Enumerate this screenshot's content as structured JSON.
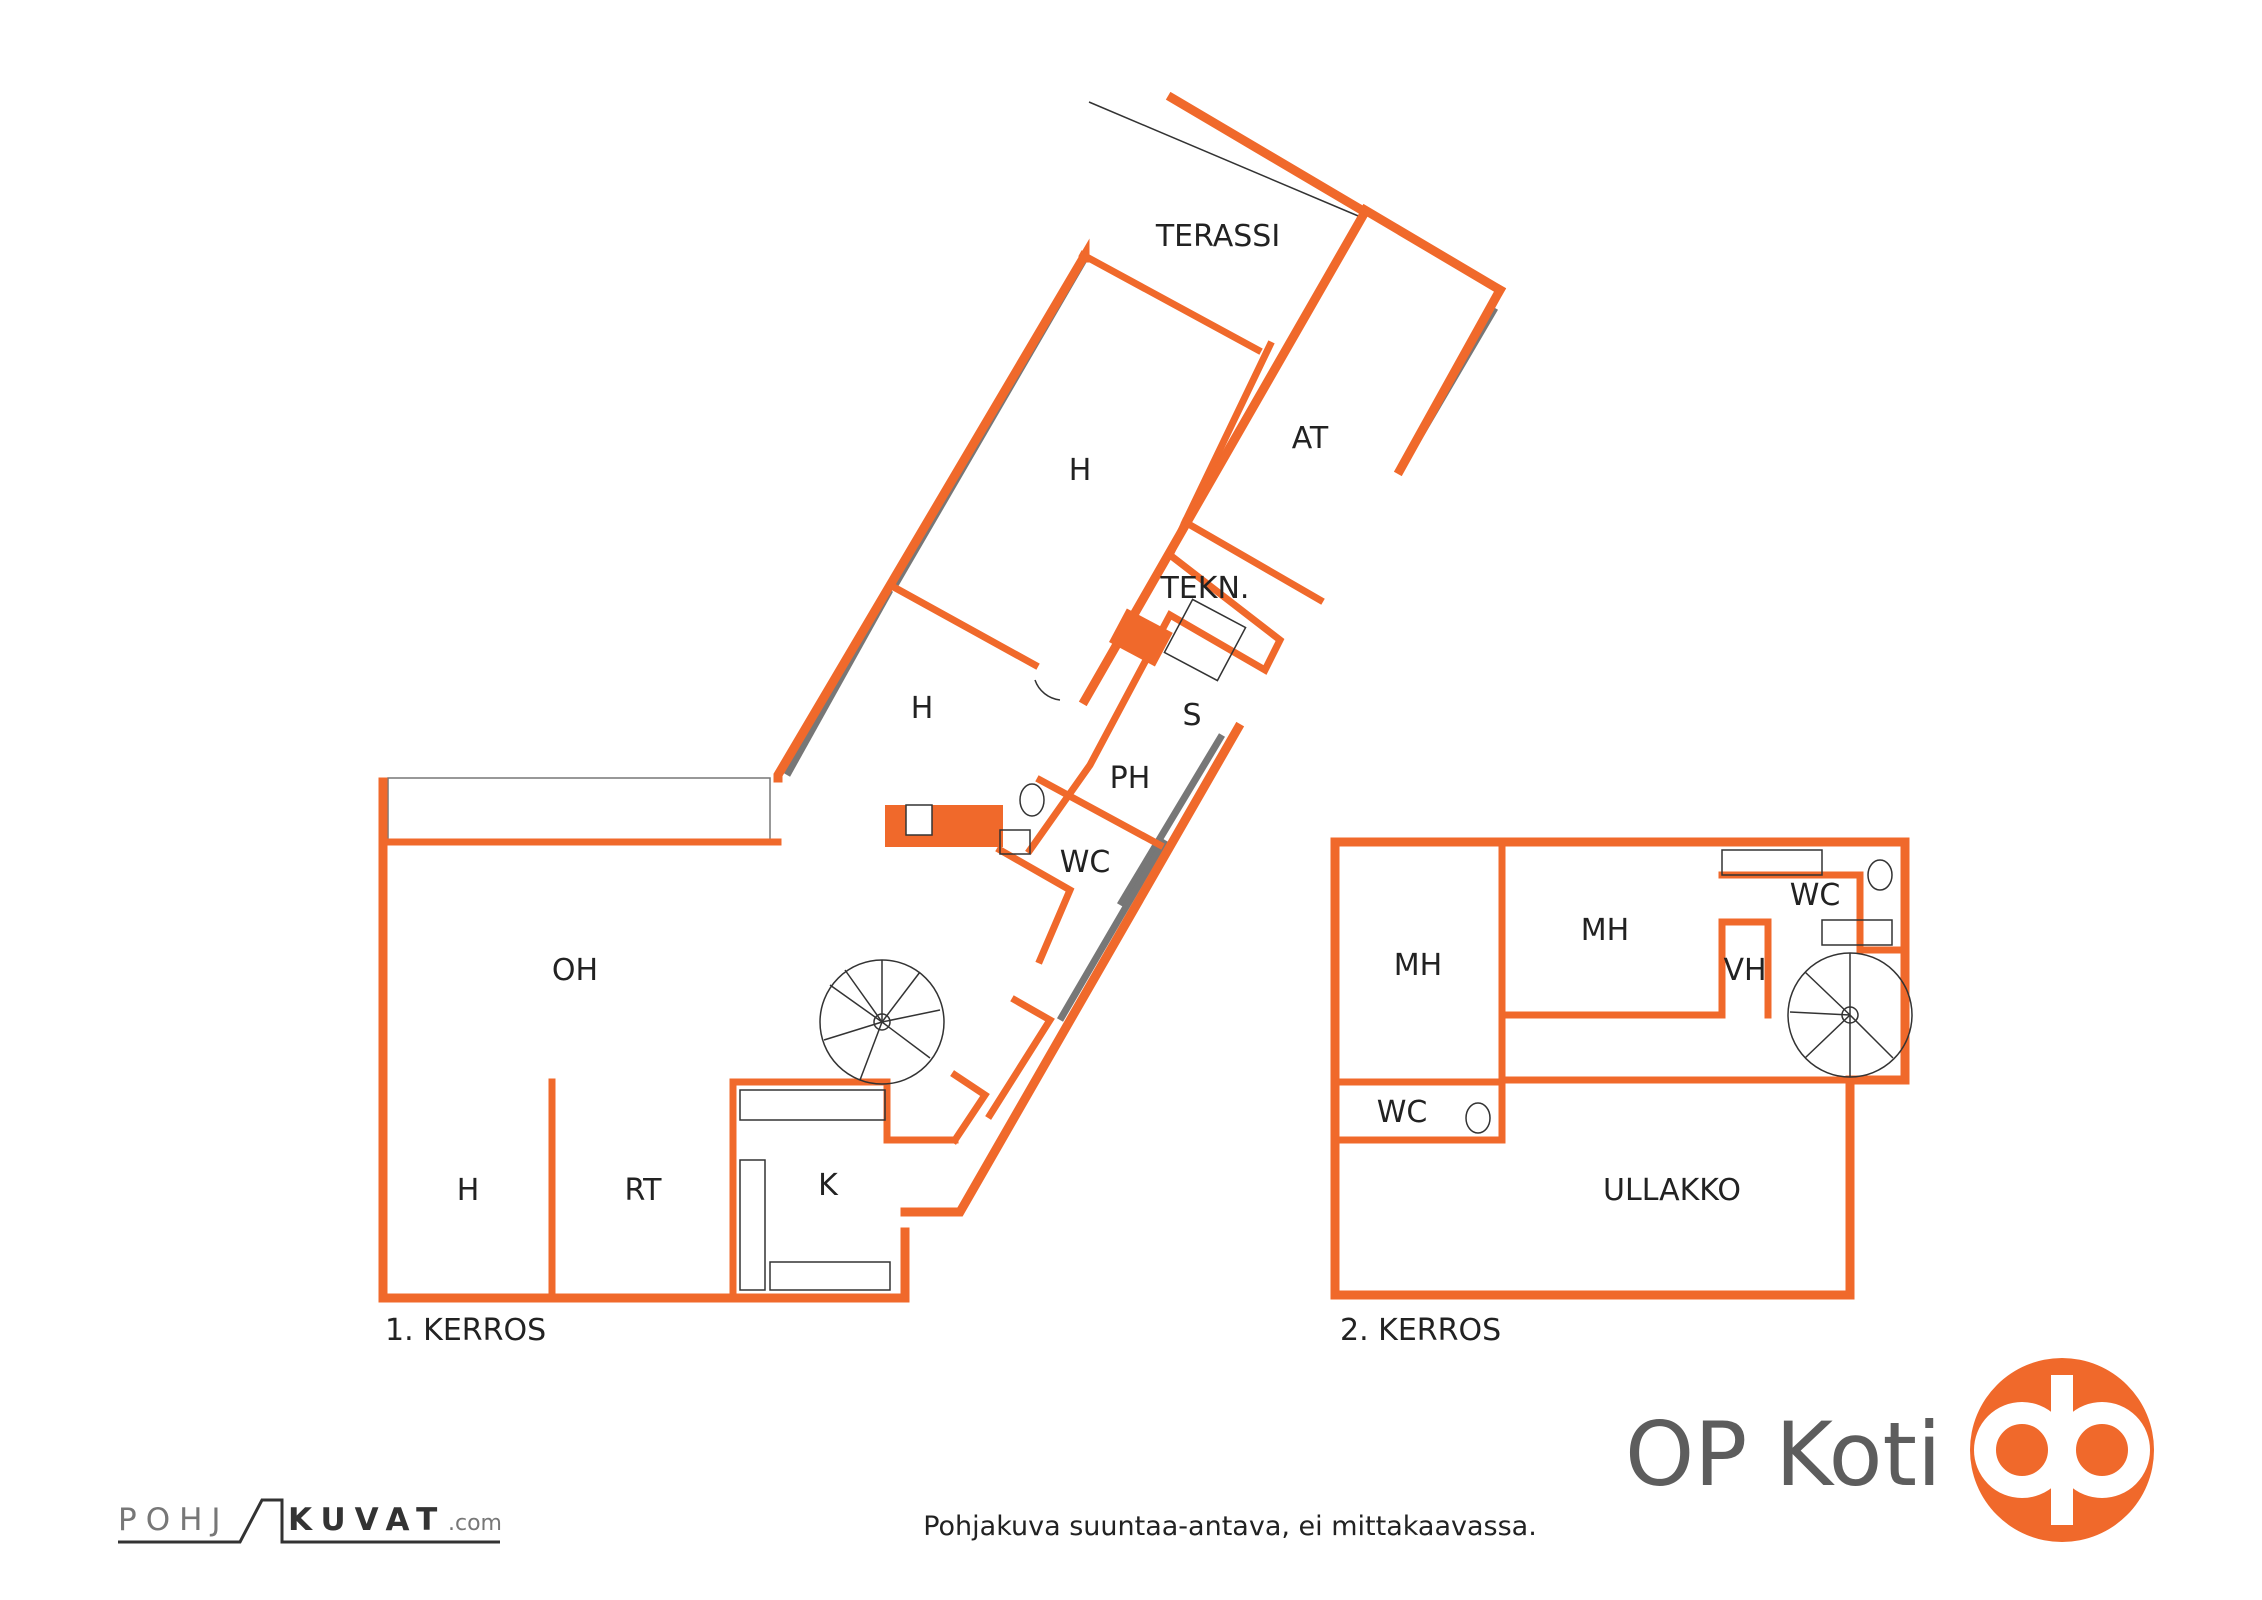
{
  "floor1": {
    "label": "1. KERROS",
    "rooms": {
      "terassi": "TERASSI",
      "at": "AT",
      "h_upper": "H",
      "tekn": "TEKN.",
      "h_middle": "H",
      "s": "S",
      "ph": "PH",
      "wc": "WC",
      "oh": "OH",
      "h_lower": "H",
      "rt": "RT",
      "k": "K"
    }
  },
  "floor2": {
    "label": "2. KERROS",
    "rooms": {
      "mh_left": "MH",
      "mh_middle": "MH",
      "wc_top": "WC",
      "vh": "VH",
      "wc_bottom": "WC",
      "ullakko": "ULLAKKO"
    }
  },
  "brand": {
    "name": "OP Koti",
    "accent_color": "#f0692b",
    "logo_icon": "op-logo-icon"
  },
  "footer": {
    "disclaimer": "Pohjakuva suuntaa-antava, ei mittakaavassa.",
    "credit_left": "POHJ",
    "credit_right": "KUVAT",
    "credit_suffix": ".com"
  }
}
